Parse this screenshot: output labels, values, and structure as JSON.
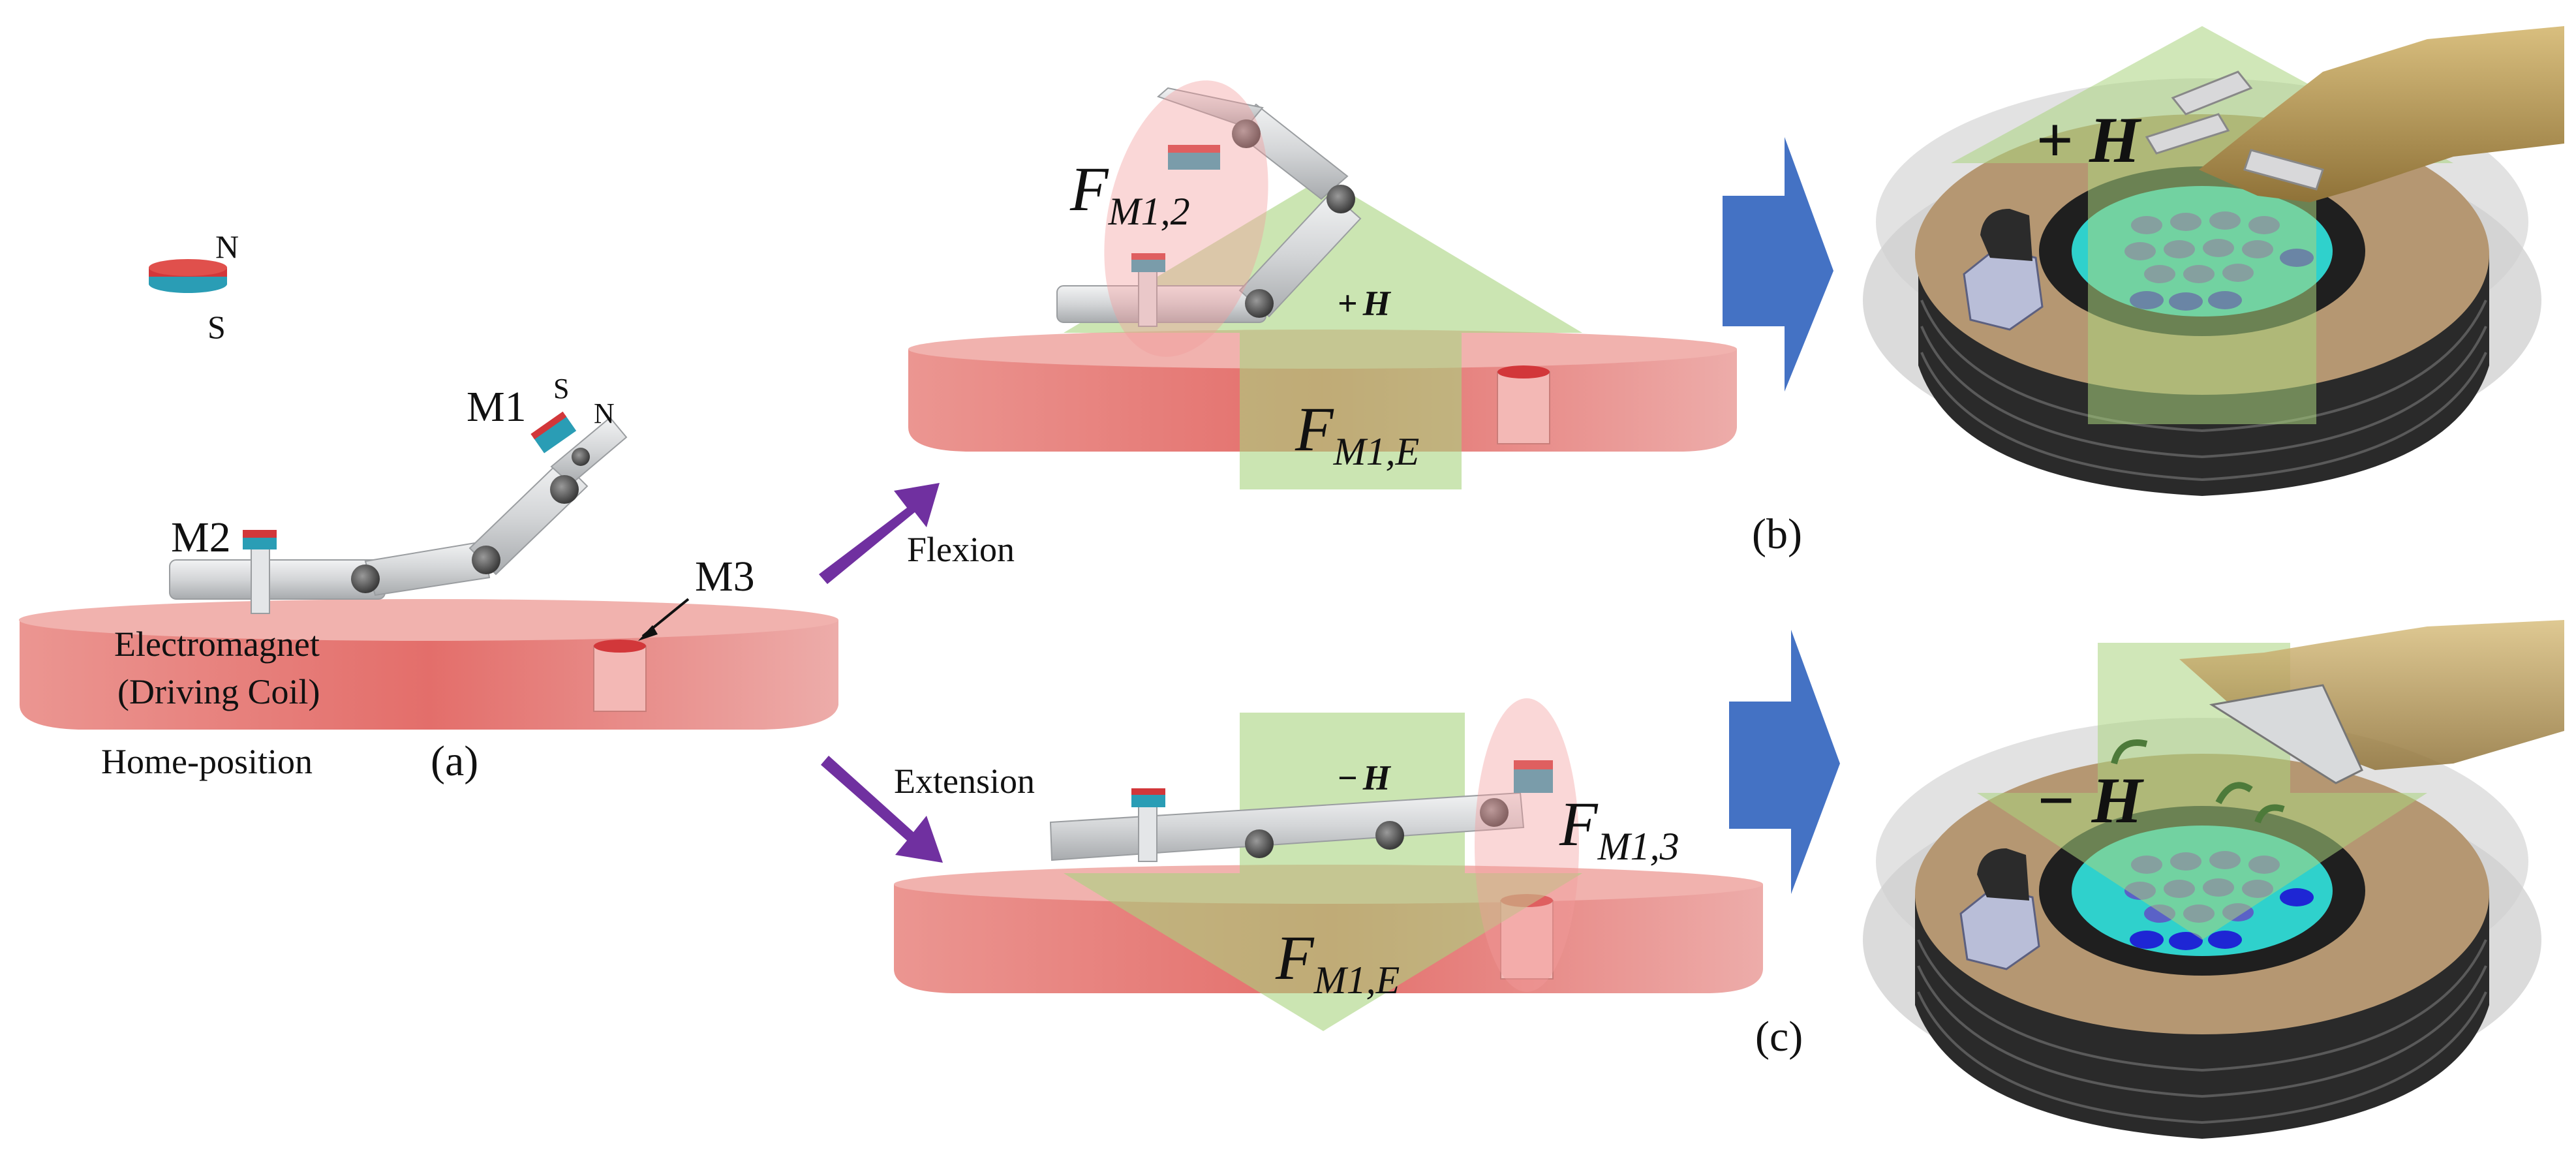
{
  "panel_a": {
    "magnet_legend": {
      "north": "N",
      "south": "S"
    },
    "m1_label": "M1",
    "m1_pole_s": "S",
    "m1_pole_n": "N",
    "m2_label": "M2",
    "m3_label": "M3",
    "coil_label_line1": "Electromagnet",
    "coil_label_line2": "(Driving Coil)",
    "home_label": "Home-position",
    "panel_letter": "(a)"
  },
  "arrows": {
    "flexion_label": "Flexion",
    "extension_label": "Extension"
  },
  "panel_b": {
    "force_tip_base": "F",
    "force_tip_sub": "M1,2",
    "field_sign": "+",
    "field_symbol": "H",
    "force_coil_base": "F",
    "force_coil_sub": "M1,E",
    "photo_field_label": "+ H",
    "panel_letter": "(b)"
  },
  "panel_c": {
    "field_sign": "−",
    "field_symbol": "H",
    "force_tip_base": "F",
    "force_tip_sub": "M1,3",
    "force_coil_base": "F",
    "force_coil_sub": "M1,E",
    "photo_field_label": "− H",
    "panel_letter": "(c)"
  },
  "colors": {
    "coil": "#ec8b86",
    "field_arrow": "#a9d47e",
    "flow_arrow": "#4472c4",
    "move_arrow": "#7030a0",
    "magnet_red": "#d2373a",
    "magnet_cyan": "#2a9db5",
    "finger": "#d8dadc",
    "skin": "#b99855",
    "pool": "#2fd1cc",
    "dot": "#3b3fd6",
    "ring": "#b59772",
    "coil_dark": "#333333"
  }
}
